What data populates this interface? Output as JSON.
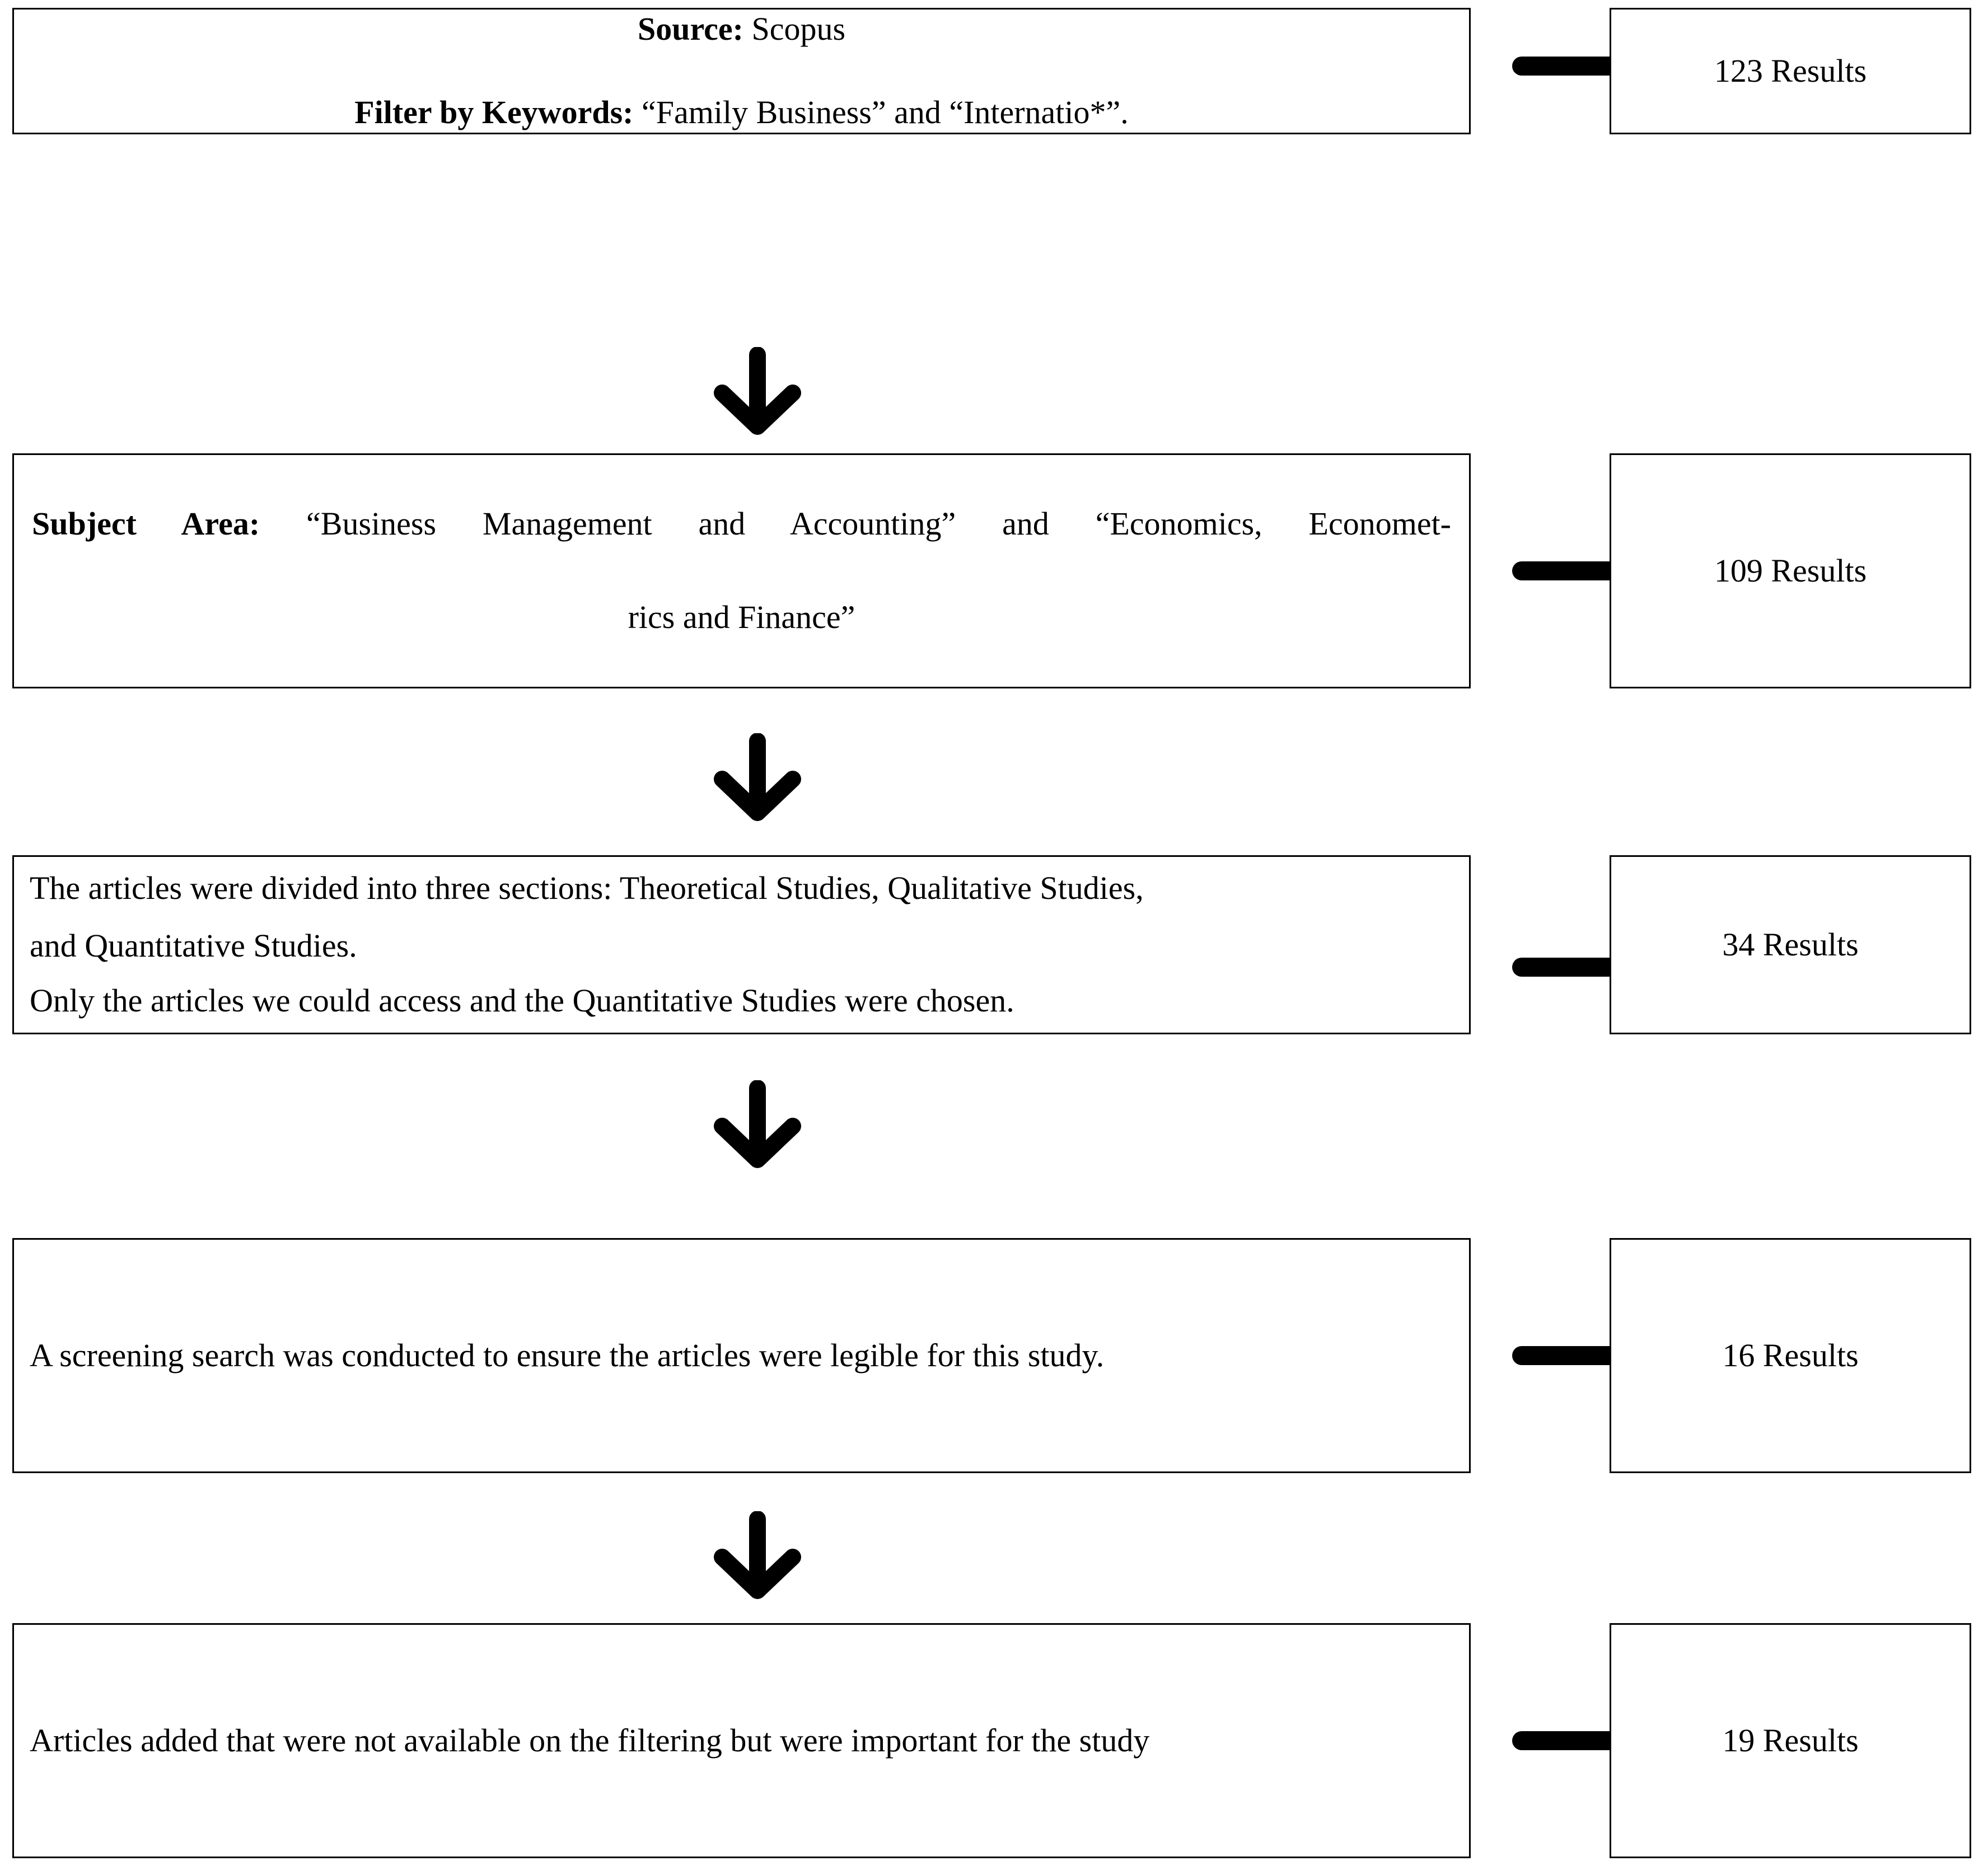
{
  "diagram": {
    "title": "Article selection / filtering flowchart",
    "colors": {
      "stroke": "#000000",
      "background": "#ffffff",
      "text": "#000000"
    },
    "connector_icons": {
      "horizontal": "arrow-right-icon",
      "vertical": "arrow-down-icon"
    },
    "steps": [
      {
        "id": "step-1",
        "lines": [
          {
            "label": "Source:",
            "value": " Scopus",
            "align": "center"
          },
          {
            "label": "Filter by Keywords:",
            "value": " “Family Business” and “Internatio*”.",
            "align": "center"
          }
        ],
        "result": "123 Results"
      },
      {
        "id": "step-2",
        "lines": [
          {
            "label": "Subject Area:",
            "value": " “Business Management and Accounting” and “Economics, Economet-",
            "align": "justify"
          },
          {
            "label": "",
            "value": "rics and Finance”",
            "align": "center"
          }
        ],
        "result": "109 Results"
      },
      {
        "id": "step-3",
        "lines": [
          {
            "label": "",
            "value": "The articles were divided into three sections: Theoretical Studies, Qualitative Studies,",
            "align": "left"
          },
          {
            "label": "",
            "value": "and Quantitative Studies.",
            "align": "left"
          },
          {
            "label": "",
            "value": "Only the articles we could access and the Quantitative Studies were chosen.",
            "align": "left"
          }
        ],
        "result": "34 Results"
      },
      {
        "id": "step-4",
        "lines": [
          {
            "label": "",
            "value": "A screening search was conducted to ensure the articles were legible for this study.",
            "align": "left"
          }
        ],
        "result": "16 Results"
      },
      {
        "id": "step-5",
        "lines": [
          {
            "label": "",
            "value": "Articles added that were not available on the filtering but were important for the study",
            "align": "left"
          }
        ],
        "result": "19 Results"
      }
    ]
  }
}
